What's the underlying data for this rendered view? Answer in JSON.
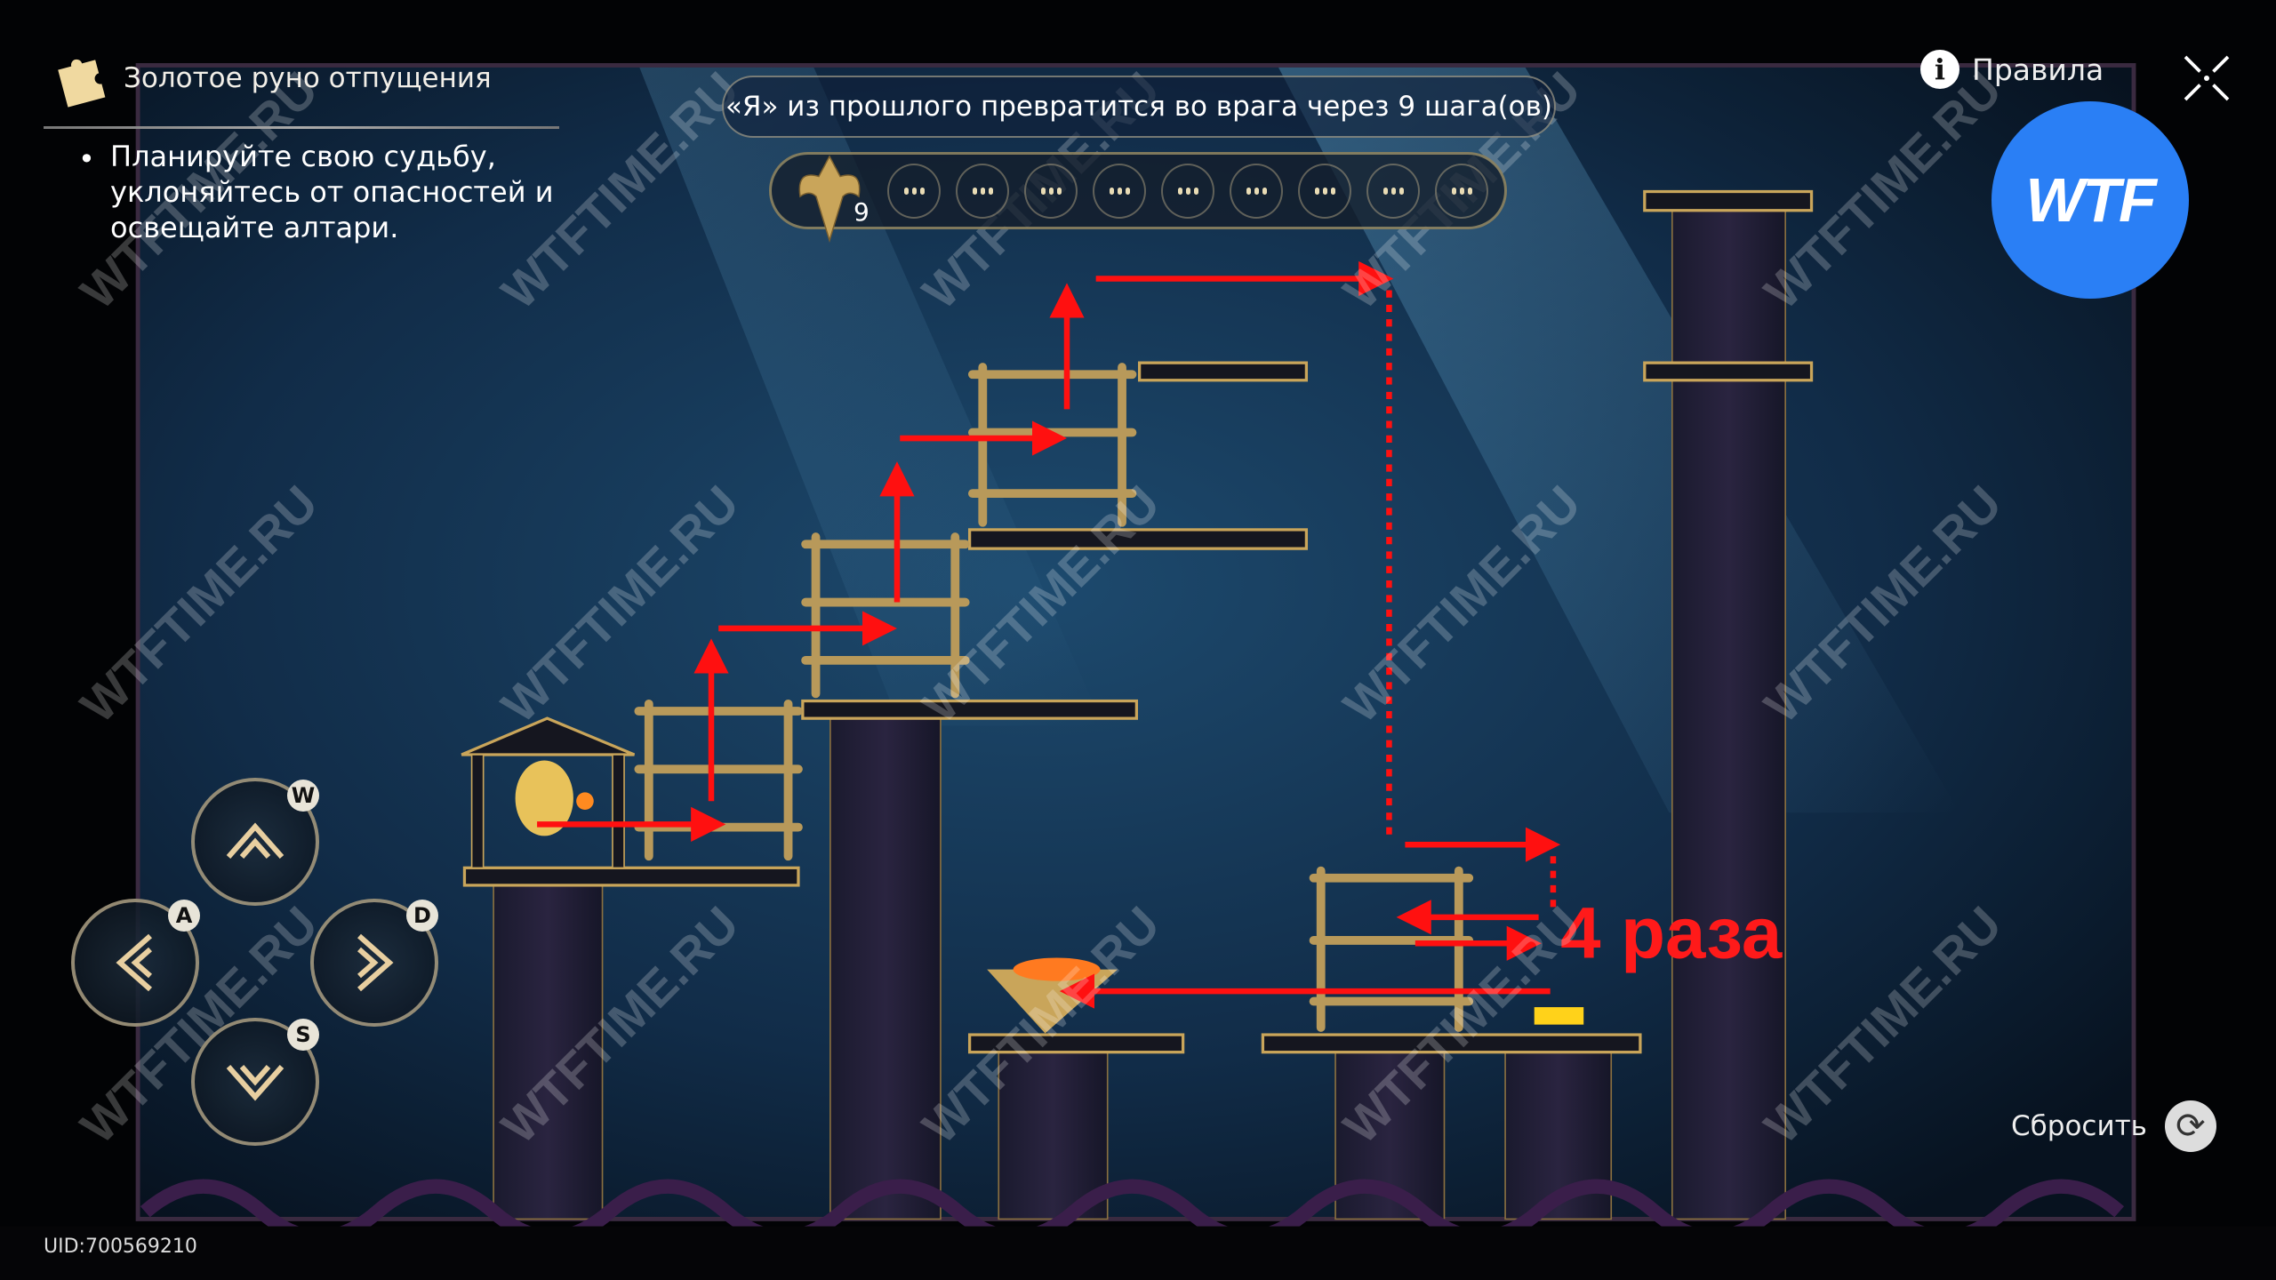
{
  "event": {
    "title": "Золотое руно отпущения",
    "task": "Планируйте свою судьбу, уклоняйтесь от опасностей и освещайте алтари.",
    "bullet": "•"
  },
  "banner": {
    "text": "«Я» из прошлого превратится во врага через 9 шага(ов)"
  },
  "steps": {
    "remaining": "9",
    "slots": 9
  },
  "header": {
    "rules_label": "Правила"
  },
  "logo": {
    "text": "WTF"
  },
  "controls": {
    "up_key": "W",
    "left_key": "A",
    "right_key": "D",
    "down_key": "S"
  },
  "reset": {
    "label": "Сбросить"
  },
  "uid": "UID:700569210",
  "annotation": {
    "text": "4 раза",
    "color": "#ff1a1a"
  },
  "watermark": "WTFTIME.RU",
  "colors": {
    "accent_gold": "#c9a55a",
    "logo_blue": "#2a7ff5",
    "arrow_red": "#ff1010"
  }
}
